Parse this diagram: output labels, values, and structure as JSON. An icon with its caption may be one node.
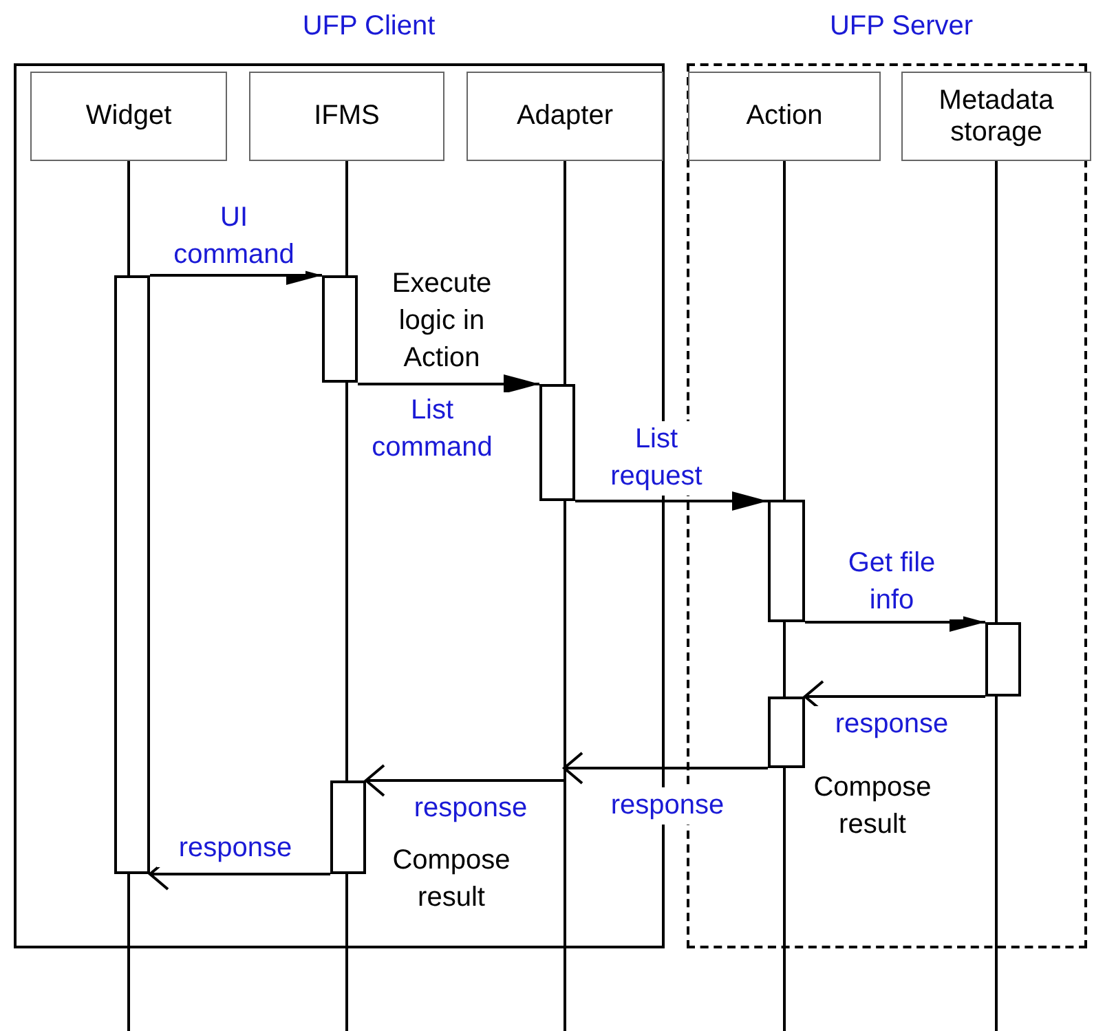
{
  "diagram": {
    "nodes": [
      {
        "text": [
          "UFP Client"
        ]
      },
      {
        "text": [
          "UFP Server"
        ]
      },
      {
        "text": [
          "Widget"
        ],
        "in": 0
      },
      {
        "text": [
          "IFMS"
        ],
        "in": 0
      },
      {
        "text": [
          "Adapter"
        ],
        "in": 0
      },
      {
        "text": [
          "Action"
        ],
        "in": 1
      },
      {
        "text": [
          "Metadata storage"
        ],
        "in": 1
      },
      {
        "text": [],
        "shape": "bar",
        "in": 0
      },
      {
        "text": [],
        "shape": "bar",
        "in": 0,
        "beside": [
          "Execute logic in Action"
        ]
      },
      {
        "text": [],
        "shape": "bar",
        "in": 0
      },
      {
        "text": [],
        "shape": "bar",
        "in": 1
      },
      {
        "text": [],
        "shape": "bar",
        "in": 1
      },
      {
        "text": [],
        "shape": "bar",
        "in": 1,
        "beside": [
          "Compose result"
        ]
      },
      {
        "text": [],
        "shape": "bar",
        "in": 0,
        "beside": [
          "Compose result"
        ]
      }
    ],
    "edges": [
      {
        "from": 7,
        "to": 8,
        "arrow": "to",
        "label": "UI command"
      },
      {
        "from": 8,
        "to": 9,
        "arrow": "to",
        "label": "List command"
      },
      {
        "from": 9,
        "to": 10,
        "arrow": "to",
        "label": "List request"
      },
      {
        "from": 10,
        "to": 11,
        "arrow": "to",
        "label": "Get file info"
      },
      {
        "from": 11,
        "to": 12,
        "arrow": "to",
        "label": "response"
      },
      {
        "from": 12,
        "to": null,
        "arrow": "to",
        "label": "response"
      },
      {
        "from": null,
        "to": 13,
        "arrow": "to",
        "label": "response"
      },
      {
        "from": 13,
        "to": 7,
        "arrow": "to",
        "label": "response"
      }
    ]
  }
}
